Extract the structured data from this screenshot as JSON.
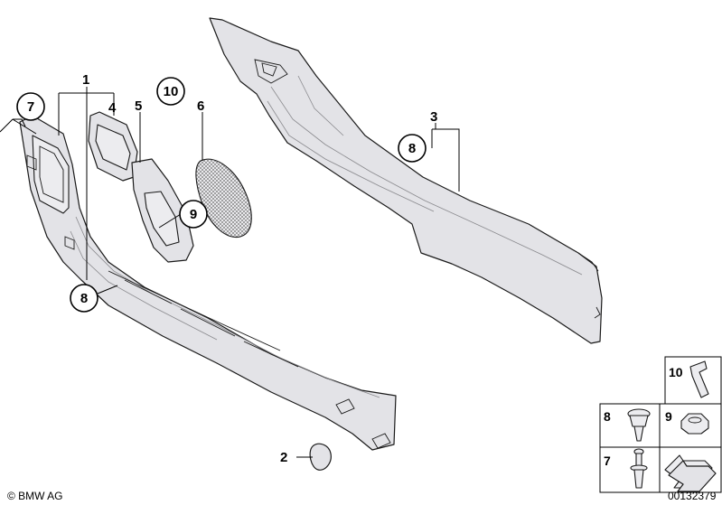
{
  "callouts": {
    "p1": "1",
    "p2": "2",
    "p3": "3",
    "p4": "4",
    "p5": "5",
    "p6": "6",
    "p7": "7",
    "p8a": "8",
    "p8b": "8",
    "p9": "9",
    "p10": "10"
  },
  "legend": {
    "c10": "10",
    "c8": "8",
    "c9": "9",
    "c7": "7"
  },
  "footer": {
    "copyright": "© BMW AG",
    "image_number": "00132379"
  },
  "colors": {
    "part_fill": "#e3e3e7",
    "outline": "#1a1a1a"
  }
}
